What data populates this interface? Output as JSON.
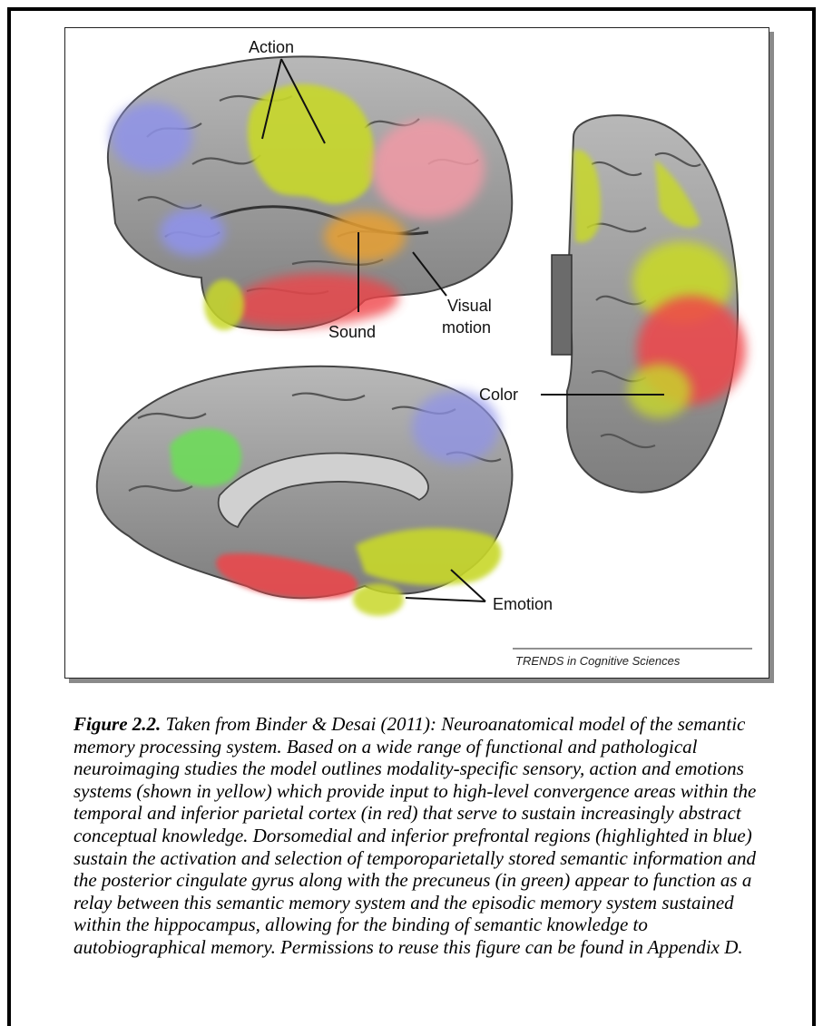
{
  "figure": {
    "labels": {
      "action": "Action",
      "sound": "Sound",
      "visual_motion_line1": "Visual",
      "visual_motion_line2": "motion",
      "color": "Color",
      "emotion": "Emotion"
    },
    "credit": "TRENDS in Cognitive Sciences",
    "colors": {
      "yellow": "#c8d82a",
      "red": "#f0454a",
      "pink": "#f29aa6",
      "blue": "#8f93ea",
      "green": "#6edc5a",
      "brain_gray": "#9c9c9c"
    }
  },
  "caption": {
    "lead": "Figure 2.2.",
    "body": " Taken from Binder & Desai (2011): Neuroanatomical model of the semantic memory processing system. Based on a wide range of functional and pathological neuroimaging studies the model outlines modality-specific sensory, action and emotions systems (shown in yellow) which provide input to high-level convergence areas within the temporal and inferior parietal cortex (in red) that serve to sustain increasingly abstract conceptual knowledge. Dorsomedial and inferior prefrontal regions (highlighted in blue) sustain the activation and selection of temporoparietally stored semantic information and the posterior cingulate gyrus along with the precuneus (in green) appear to function as a relay between this semantic memory system and the episodic memory system sustained within the hippocampus, allowing for the binding of semantic knowledge to autobiographical memory. Permissions to reuse this figure can be found in Appendix D."
  }
}
